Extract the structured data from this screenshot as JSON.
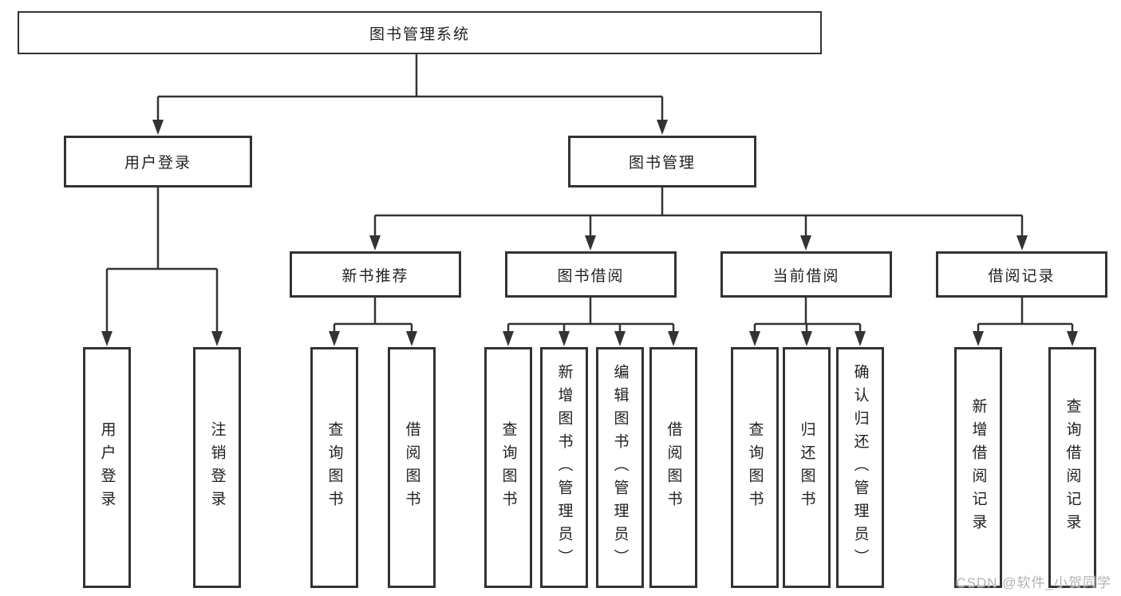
{
  "title": "图书管理系统",
  "watermark": "CSDN @软件_小贺同学",
  "colors": {
    "line": "#333333",
    "text": "#202124",
    "box_background": "#ffffff",
    "watermark": "#b3b3b3"
  },
  "nodes": {
    "root": {
      "label": "图书管理系统"
    },
    "user_login": {
      "label": "用户登录"
    },
    "book_mgmt": {
      "label": "图书管理"
    },
    "leaf_user_login": {
      "label": "用户登录"
    },
    "leaf_logout": {
      "label": "注销登录"
    },
    "new_book_rec": {
      "label": "新书推荐"
    },
    "book_borrow": {
      "label": "图书借阅"
    },
    "current_borrow": {
      "label": "当前借阅"
    },
    "borrow_records": {
      "label": "借阅记录"
    },
    "nbr_query": {
      "label": "查询图书"
    },
    "nbr_borrow": {
      "label": "借阅图书"
    },
    "bb_query": {
      "label": "查询图书"
    },
    "bb_add": {
      "label": "新增图书（管理员）"
    },
    "bb_edit": {
      "label": "编辑图书（管理员）"
    },
    "bb_borrow": {
      "label": "借阅图书"
    },
    "cb_query": {
      "label": "查询图书"
    },
    "cb_return": {
      "label": "归还图书"
    },
    "cb_confirm": {
      "label": "确认归还（管理员）"
    },
    "br_add": {
      "label": "新增借阅记录"
    },
    "br_query": {
      "label": "查询借阅记录"
    }
  },
  "edges": [
    [
      "root",
      "user_login"
    ],
    [
      "root",
      "book_mgmt"
    ],
    [
      "user_login",
      "leaf_user_login"
    ],
    [
      "user_login",
      "leaf_logout"
    ],
    [
      "book_mgmt",
      "new_book_rec"
    ],
    [
      "book_mgmt",
      "book_borrow"
    ],
    [
      "book_mgmt",
      "current_borrow"
    ],
    [
      "book_mgmt",
      "borrow_records"
    ],
    [
      "new_book_rec",
      "nbr_query"
    ],
    [
      "new_book_rec",
      "nbr_borrow"
    ],
    [
      "book_borrow",
      "bb_query"
    ],
    [
      "book_borrow",
      "bb_add"
    ],
    [
      "book_borrow",
      "bb_edit"
    ],
    [
      "book_borrow",
      "bb_borrow"
    ],
    [
      "current_borrow",
      "cb_query"
    ],
    [
      "current_borrow",
      "cb_return"
    ],
    [
      "current_borrow",
      "cb_confirm"
    ],
    [
      "borrow_records",
      "br_add"
    ],
    [
      "borrow_records",
      "br_query"
    ]
  ]
}
